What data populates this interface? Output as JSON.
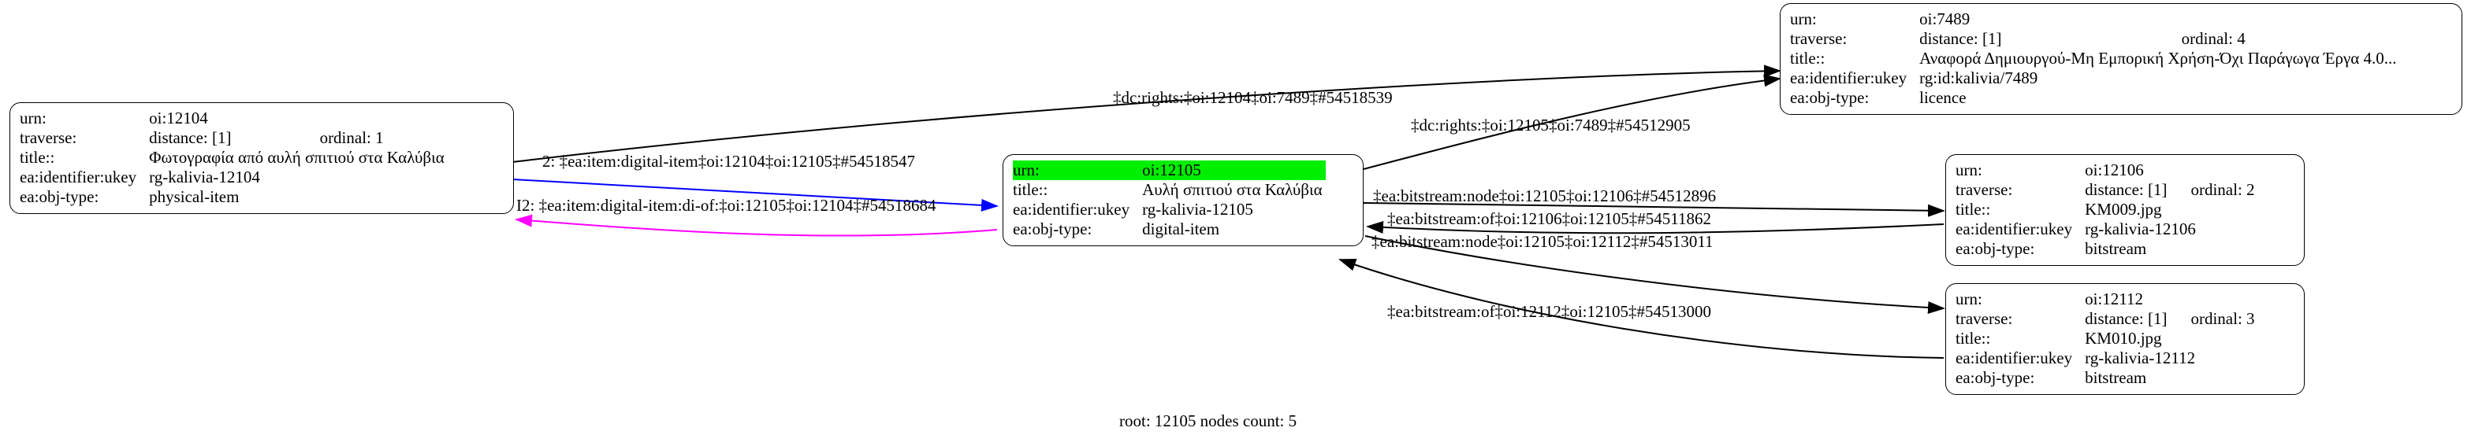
{
  "graph": {
    "caption": "root: 12105 nodes count: 5",
    "highlight_color": "#00ee00",
    "nodes": [
      {
        "id": "n12104",
        "rows": [
          {
            "key": "urn:",
            "value": "oi:12104",
            "extra": ""
          },
          {
            "key": "traverse:",
            "value": "distance: [1]",
            "extra": "ordinal: 1"
          },
          {
            "key": "title::",
            "value": "Φωτογραφία από αυλή σπιτιού στα Καλύβια",
            "extra": ""
          },
          {
            "key": "ea:identifier:ukey",
            "value": "rg-kalivia-12104",
            "extra": ""
          },
          {
            "key": "ea:obj-type:",
            "value": "physical-item",
            "extra": ""
          }
        ]
      },
      {
        "id": "n12105",
        "rows": [
          {
            "key": "urn:",
            "value": "oi:12105",
            "extra": ""
          },
          {
            "key": "title::",
            "value": "Αυλή σπιτιού στα Καλύβια",
            "extra": ""
          },
          {
            "key": "ea:identifier:ukey",
            "value": "rg-kalivia-12105",
            "extra": ""
          },
          {
            "key": "ea:obj-type:",
            "value": "digital-item",
            "extra": ""
          }
        ]
      },
      {
        "id": "n7489",
        "rows": [
          {
            "key": "urn:",
            "value": "oi:7489",
            "extra": ""
          },
          {
            "key": "traverse:",
            "value": "distance: [1]",
            "extra": "ordinal: 4"
          },
          {
            "key": "title::",
            "value": "Αναφορά Δημιουργού-Μη Εμπορική Χρήση-Όχι Παράγωγα Έργα 4.0...",
            "extra": ""
          },
          {
            "key": "ea:identifier:ukey",
            "value": "rg:id:kalivia/7489",
            "extra": ""
          },
          {
            "key": "ea:obj-type:",
            "value": "licence",
            "extra": ""
          }
        ]
      },
      {
        "id": "n12106",
        "rows": [
          {
            "key": "urn:",
            "value": "oi:12106",
            "extra": ""
          },
          {
            "key": "traverse:",
            "value": "distance: [1]",
            "extra": "ordinal: 2"
          },
          {
            "key": "title::",
            "value": "KM009.jpg",
            "extra": ""
          },
          {
            "key": "ea:identifier:ukey",
            "value": "rg-kalivia-12106",
            "extra": ""
          },
          {
            "key": "ea:obj-type:",
            "value": "bitstream",
            "extra": ""
          }
        ]
      },
      {
        "id": "n12112",
        "rows": [
          {
            "key": "urn:",
            "value": "oi:12112",
            "extra": ""
          },
          {
            "key": "traverse:",
            "value": "distance: [1]",
            "extra": "ordinal: 3"
          },
          {
            "key": "title::",
            "value": "KM010.jpg",
            "extra": ""
          },
          {
            "key": "ea:identifier:ukey",
            "value": "rg-kalivia-12112",
            "extra": ""
          },
          {
            "key": "ea:obj-type:",
            "value": "bitstream",
            "extra": ""
          }
        ]
      }
    ],
    "edges": [
      {
        "id": "e1",
        "label": "2: ‡ea:item:digital-item‡oi:12104‡oi:12105‡#54518547",
        "color": "#0000ff"
      },
      {
        "id": "e2",
        "label": "I2: ‡ea:item:digital-item:di-of:‡oi:12105‡oi:12104‡#54518684",
        "color": "#ff00ff"
      },
      {
        "id": "e3",
        "label": "‡dc:rights:‡oi:12104‡oi:7489‡#54518539",
        "color": "#000000"
      },
      {
        "id": "e4",
        "label": "‡dc:rights:‡oi:12105‡oi:7489‡#54512905",
        "color": "#000000"
      },
      {
        "id": "e5",
        "label": "‡ea:bitstream:node‡oi:12105‡oi:12106‡#54512896",
        "color": "#000000"
      },
      {
        "id": "e6",
        "label": "‡ea:bitstream:of‡oi:12106‡oi:12105‡#54511862",
        "color": "#000000"
      },
      {
        "id": "e7",
        "label": "‡ea:bitstream:node‡oi:12105‡oi:12112‡#54513011",
        "color": "#000000"
      },
      {
        "id": "e8",
        "label": "‡ea:bitstream:of‡oi:12112‡oi:12105‡#54513000",
        "color": "#000000"
      }
    ]
  }
}
